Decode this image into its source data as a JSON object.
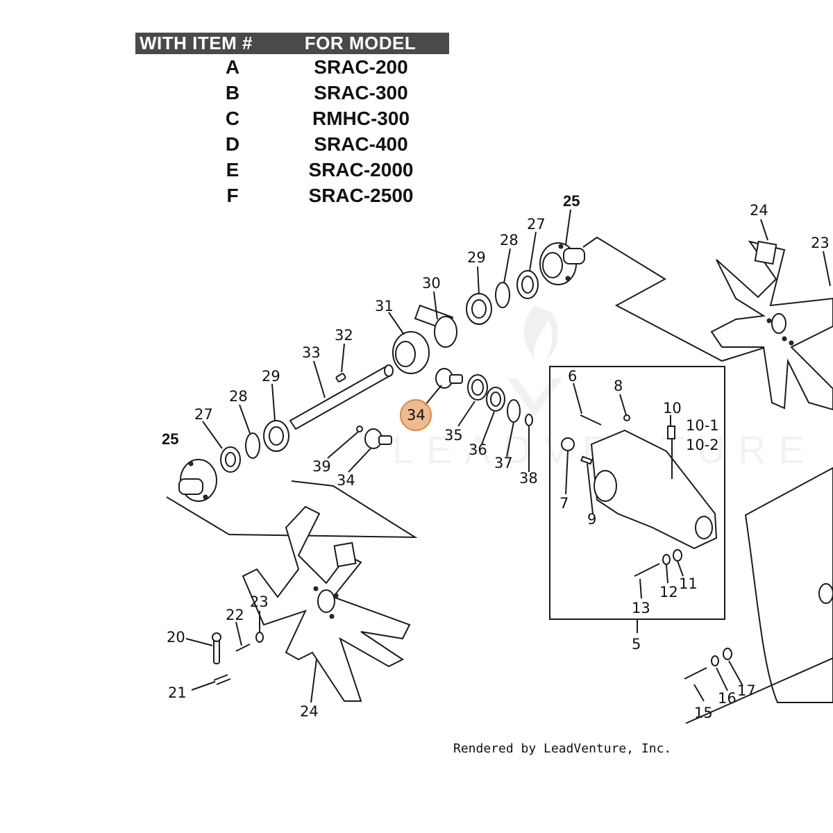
{
  "table": {
    "header_item": "WITH ITEM #",
    "header_model": "FOR MODEL",
    "rows": [
      {
        "item": "A",
        "model": "SRAC-200"
      },
      {
        "item": "B",
        "model": "SRAC-300"
      },
      {
        "item": "C",
        "model": "RMHC-300"
      },
      {
        "item": "D",
        "model": "SRAC-400"
      },
      {
        "item": "E",
        "model": "SRAC-2000"
      },
      {
        "item": "F",
        "model": "SRAC-2500"
      }
    ]
  },
  "callouts": {
    "c25a": "25",
    "c24a": "24",
    "c23a": "23",
    "c27a": "27",
    "c28a": "28",
    "c29a": "29",
    "c30": "30",
    "c31": "31",
    "c32": "32",
    "c33": "33",
    "c29b": "29",
    "c28b": "28",
    "c27b": "27",
    "c25b": "25",
    "c34a": "34",
    "c35": "35",
    "c36": "36",
    "c37": "37",
    "c38": "38",
    "c39": "39",
    "c34b": "34",
    "c6": "6",
    "c8": "8",
    "c10": "10",
    "c10_1": "10-1",
    "c10_2": "10-2",
    "c7": "7",
    "c9": "9",
    "c12": "12",
    "c11": "11",
    "c13": "13",
    "c5": "5",
    "c20": "20",
    "c21": "21",
    "c22": "22",
    "c23b": "23",
    "c24b": "24",
    "c15": "15",
    "c16": "16",
    "c17": "17"
  },
  "highlight": {
    "label": "34",
    "color": "#e8a36b"
  },
  "watermark": "LEADVENTURE",
  "credit": "Rendered by LeadVenture, Inc."
}
